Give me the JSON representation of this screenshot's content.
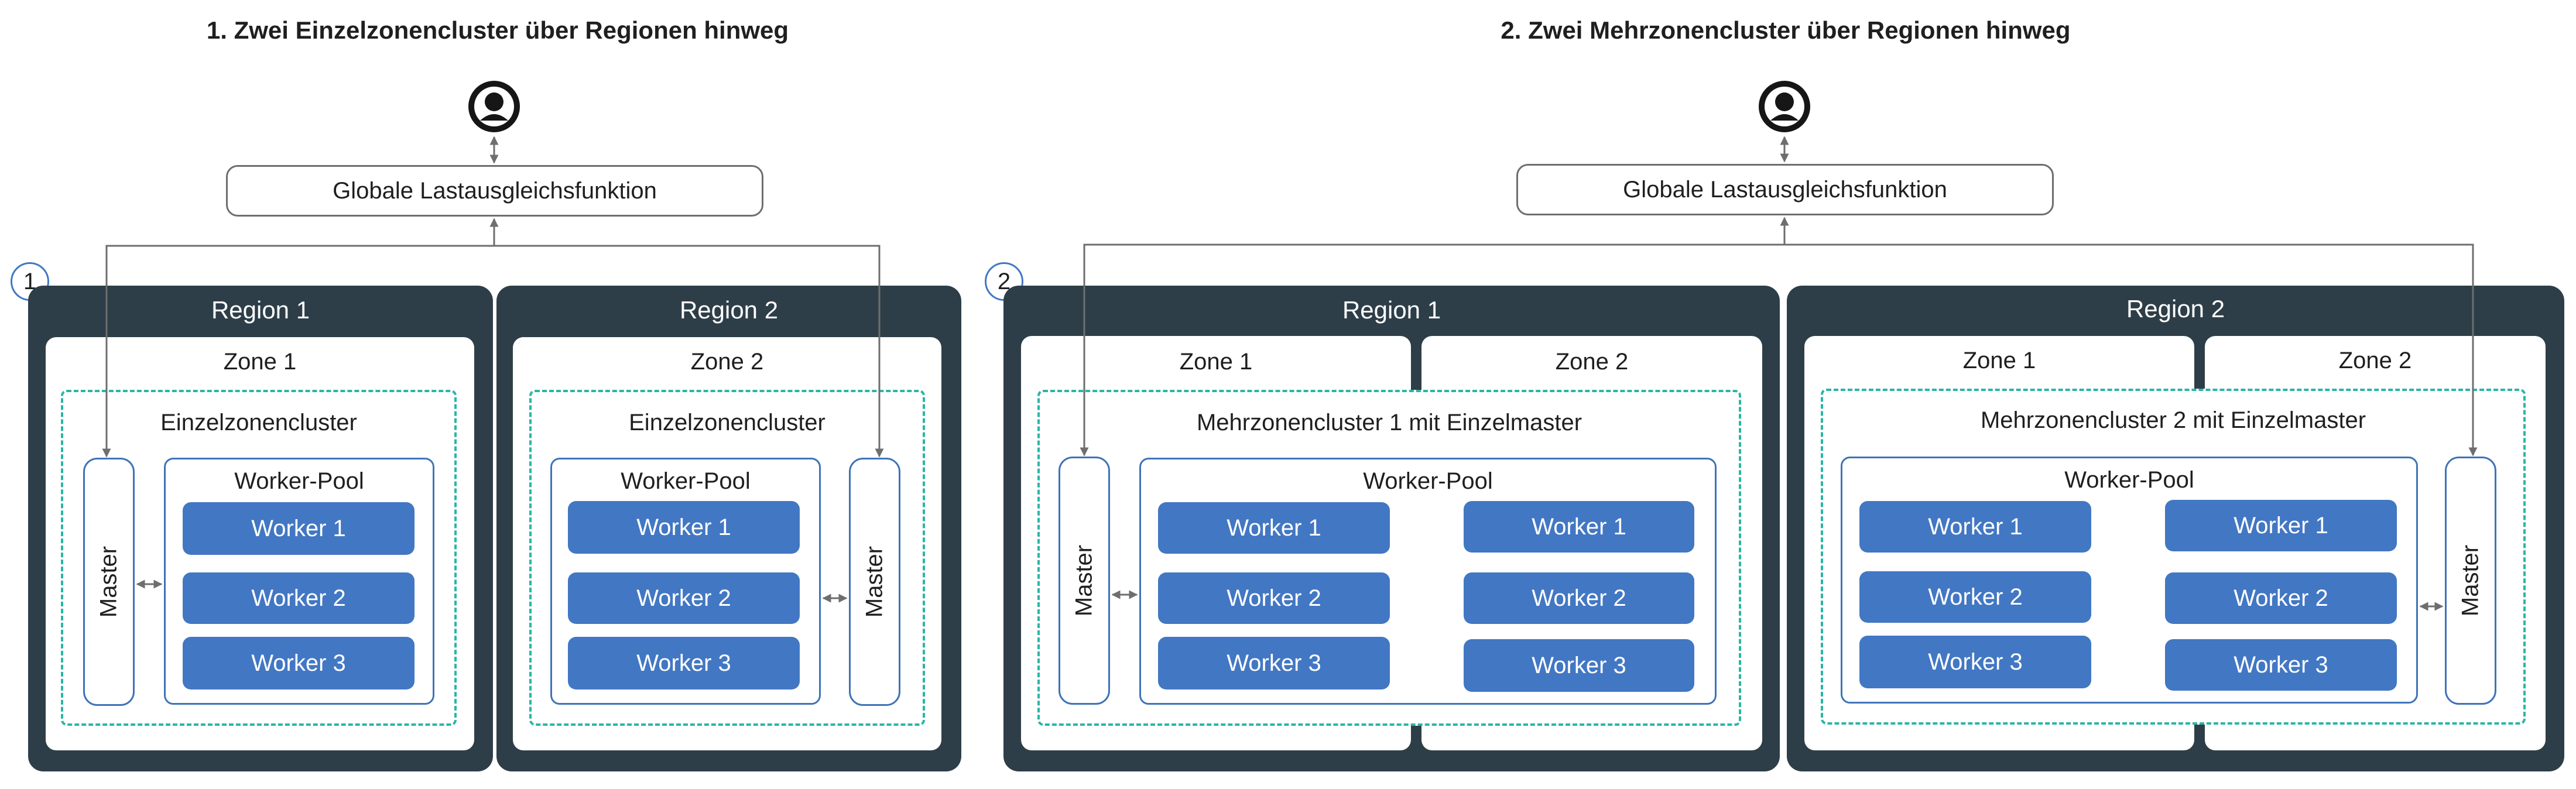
{
  "diagram1": {
    "title": "1. Zwei Einzelzonencluster über Regionen hinweg",
    "badge": "1",
    "load_balancer": "Globale Lastausgleichsfunktion",
    "user_icon": "user-icon",
    "regions": [
      {
        "label": "Region 1",
        "zone": "Zone 1",
        "cluster": "Einzelzonencluster",
        "master": "Master",
        "pool": "Worker-Pool",
        "workers": [
          "Worker 1",
          "Worker 2",
          "Worker 3"
        ]
      },
      {
        "label": "Region 2",
        "zone": "Zone 2",
        "cluster": "Einzelzonencluster",
        "master": "Master",
        "pool": "Worker-Pool",
        "workers": [
          "Worker 1",
          "Worker 2",
          "Worker 3"
        ]
      }
    ]
  },
  "diagram2": {
    "title": "2. Zwei Mehrzonencluster über Regionen hinweg",
    "badge": "2",
    "load_balancer": "Globale Lastausgleichsfunktion",
    "user_icon": "user-icon",
    "regions": [
      {
        "label": "Region 1",
        "zones": [
          "Zone 1",
          "Zone 2"
        ],
        "cluster": "Mehrzonencluster 1 mit Einzelmaster",
        "master": "Master",
        "pool": "Worker-Pool",
        "workers_a": [
          "Worker 1",
          "Worker 2",
          "Worker 3"
        ],
        "workers_b": [
          "Worker 1",
          "Worker 2",
          "Worker 3"
        ]
      },
      {
        "label": "Region 2",
        "zones": [
          "Zone 1",
          "Zone 2"
        ],
        "cluster": "Mehrzonencluster 2 mit Einzelmaster",
        "master": "Master",
        "pool": "Worker-Pool",
        "workers_a": [
          "Worker 1",
          "Worker 2",
          "Worker 3"
        ],
        "workers_b": [
          "Worker 1",
          "Worker 2",
          "Worker 3"
        ]
      }
    ]
  },
  "colors": {
    "region_bg": "#2e3e48",
    "worker_bg": "#4277c3",
    "cluster_border": "#2bb5a5",
    "connector": "#6e6e6e"
  }
}
